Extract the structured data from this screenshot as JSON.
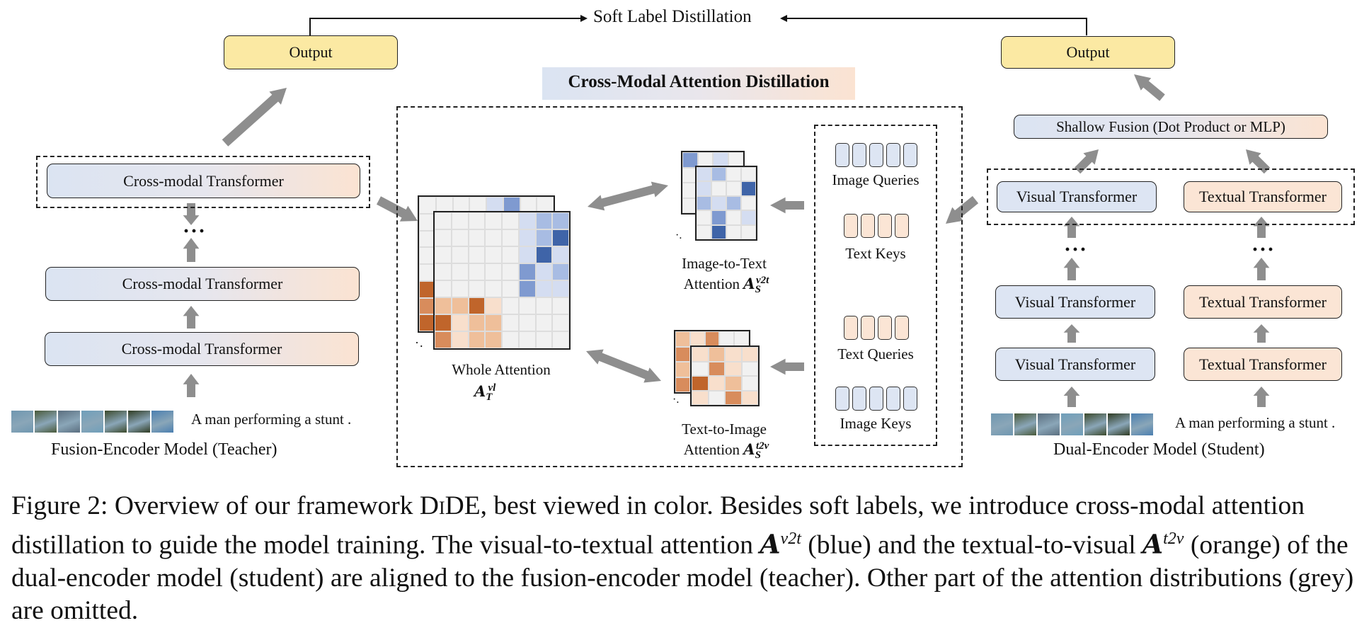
{
  "top": {
    "label": "Soft Label Distillation"
  },
  "teacher": {
    "output": "Output",
    "cross_top": "Cross-modal Transformer",
    "cross_mid": "Cross-modal Transformer",
    "cross_bot": "Cross-modal Transformer",
    "dots": "···",
    "sentence": "A man performing a stunt .",
    "title": "Fusion-Encoder Model (Teacher)"
  },
  "center": {
    "title": "Cross-Modal Attention Distillation",
    "whole_attention": "Whole Attention",
    "whole_sym": "A",
    "whole_sub": "T",
    "whole_sup": "vl",
    "i2t_line1": "Image-to-Text",
    "i2t_line2": "Attention",
    "i2t_sym": "A",
    "i2t_sub": "S",
    "i2t_sup": "v2t",
    "t2i_line1": "Text-to-Image",
    "t2i_line2": "Attention",
    "t2i_sym": "A",
    "t2i_sub": "S",
    "t2i_sup": "t2v",
    "image_queries": "Image Queries",
    "text_keys": "Text Keys",
    "text_queries": "Text Queries",
    "image_keys": "Image Keys"
  },
  "student": {
    "output": "Output",
    "fusion": "Shallow Fusion (Dot Product or MLP)",
    "visual": "Visual Transformer",
    "textual": "Textual Transformer",
    "dots": "···",
    "sentence": "A man performing a stunt .",
    "title": "Dual-Encoder Model (Student)"
  },
  "caption": {
    "p1": "Figure 2: Overview of our framework D",
    "p1_sc": "i",
    "p1b": "DE, best viewed in color. Besides soft labels, we introduce cross-modal attention distillation to guide the model training. The visual-to-textual attention ",
    "sym1": "A",
    "sup1": "v2t",
    "p2": " (blue) and the textual-to-visual ",
    "sym2": "A",
    "sup2": "t2v",
    "p3": " (orange) of the dual-encoder model (student) are aligned to the fusion-encoder model (teacher). Other part of the attention distributions (grey) are omitted."
  },
  "colors": {
    "blue": "#dde5f3",
    "orange": "#fbe5d5",
    "yellow": "#fbe9a3",
    "arrow": "#8e8e8e",
    "dark_blue": "#3f64a8",
    "dark_orange": "#c0652b"
  }
}
